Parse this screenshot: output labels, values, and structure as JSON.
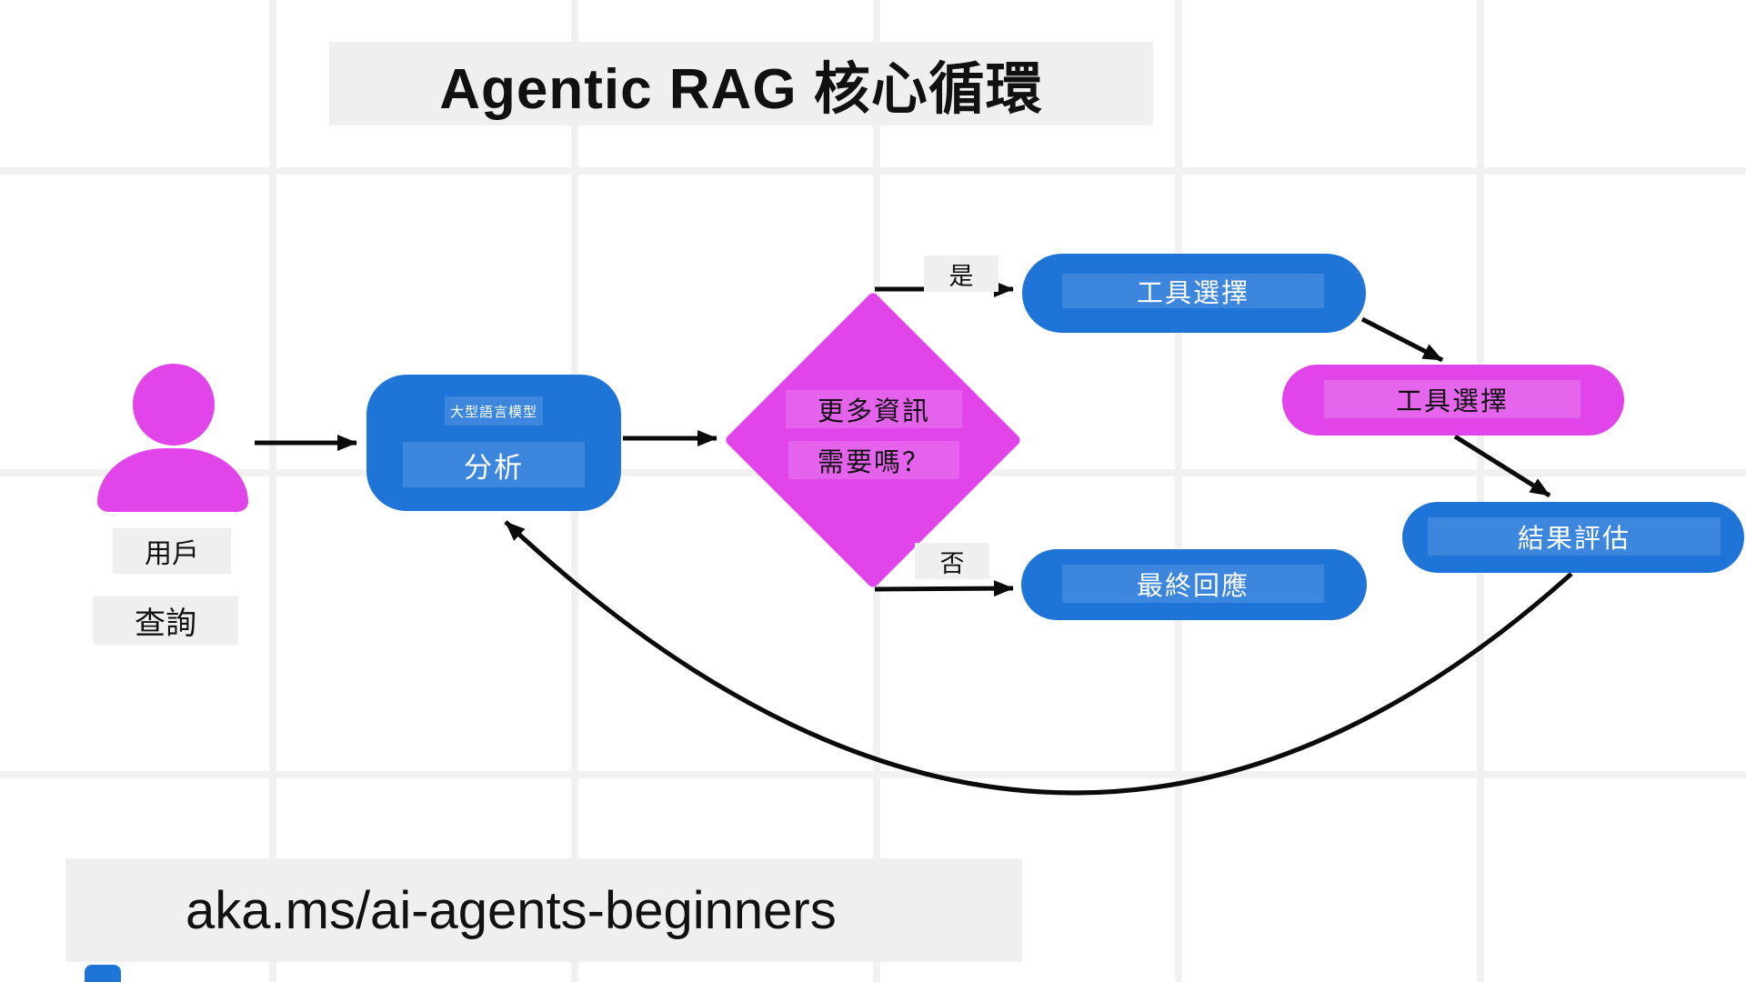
{
  "title": "Agentic RAG 核心循環",
  "footer_url": "aka.ms/ai-agents-beginners",
  "user": {
    "label": "用戶",
    "sublabel": "查詢"
  },
  "llm": {
    "tag": "大型語言模型",
    "label": "分析"
  },
  "decision": {
    "line1": "更多資訊",
    "line2": "需要嗎？",
    "yes_label": "是",
    "no_label": "否"
  },
  "tool_selection": {
    "label": "工具選擇"
  },
  "tool_execution": {
    "label": "工具選擇"
  },
  "result_evaluation": {
    "label": "結果評估"
  },
  "final_response": {
    "label": "最終回應"
  },
  "edges": [
    {
      "from": "用戶 查詢",
      "to": "分析",
      "label": ""
    },
    {
      "from": "分析",
      "to": "更多資訊 需要嗎？",
      "label": ""
    },
    {
      "from": "更多資訊 需要嗎？",
      "to": "工具選擇",
      "label": "是"
    },
    {
      "from": "工具選擇",
      "to": "工具選擇 (執行)",
      "label": ""
    },
    {
      "from": "工具選擇 (執行)",
      "to": "結果評估",
      "label": ""
    },
    {
      "from": "更多資訊 需要嗎？",
      "to": "最終回應",
      "label": "否"
    },
    {
      "from": "結果評估",
      "to": "分析",
      "label": ""
    }
  ],
  "colors": {
    "blue": "#1F74D8",
    "magenta": "#E144E9",
    "label_bg": "#EFEFEF",
    "grid": "#F1F1F1",
    "arrow": "#0B0B0B"
  }
}
